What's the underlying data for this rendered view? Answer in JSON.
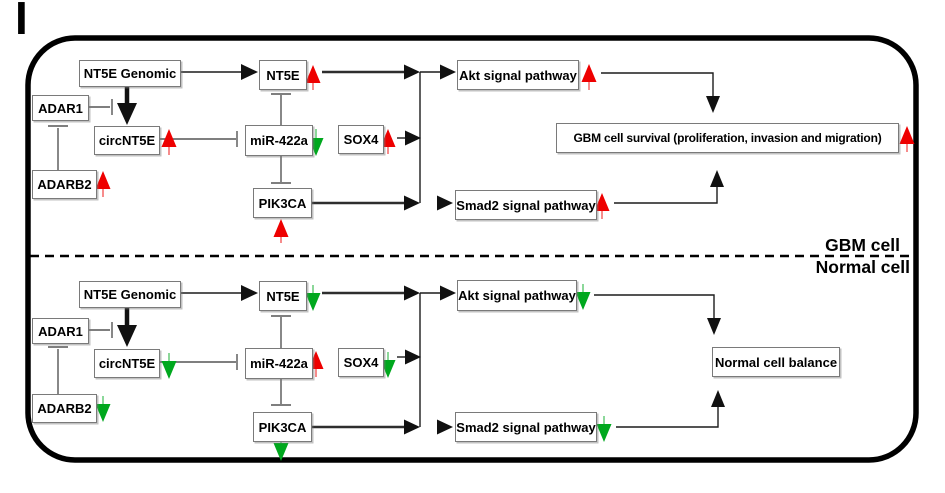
{
  "panel_label": "I",
  "colors": {
    "up": "#ee0000",
    "down": "#00a81e"
  },
  "regions": {
    "gbm_label": "GBM cell",
    "normal_label": "Normal cell"
  },
  "gbm": {
    "nt5e_genomic": "NT5E Genomic",
    "adar1": "ADAR1",
    "circnt5e": "circNT5E",
    "adarb2": "ADARB2",
    "nt5e": "NT5E",
    "mir422a": "miR-422a",
    "sox4": "SOX4",
    "pik3ca": "PIK3CA",
    "akt": "Akt signal pathway",
    "smad2": "Smad2 signal pathway",
    "outcome": "GBM cell survival (proliferation, invasion and migration)",
    "regulation": {
      "nt5e": "up",
      "circnt5e": "up",
      "adarb2": "up",
      "mir422a": "down",
      "sox4": "up",
      "pik3ca": "up",
      "akt": "up",
      "smad2": "up",
      "outcome": "up"
    }
  },
  "normal": {
    "nt5e_genomic": "NT5E Genomic",
    "adar1": "ADAR1",
    "circnt5e": "circNT5E",
    "adarb2": "ADARB2",
    "nt5e": "NT5E",
    "mir422a": "miR-422a",
    "sox4": "SOX4",
    "pik3ca": "PIK3CA",
    "akt": "Akt signal pathway",
    "smad2": "Smad2 signal pathway",
    "outcome": "Normal cell balance",
    "regulation": {
      "nt5e": "down",
      "circnt5e": "down",
      "adarb2": "down",
      "mir422a": "up",
      "sox4": "down",
      "pik3ca": "down",
      "akt": "down",
      "smad2": "down"
    }
  },
  "edges": [
    "NT5E Genomic -> NT5E (activation)",
    "NT5E Genomic -> circNT5E (activation)",
    "ADAR1 -| circNT5E biogenesis (inhibition)",
    "ADARB2 -| ADAR1 (inhibition)",
    "circNT5E -| miR-422a (inhibition)",
    "miR-422a -| NT5E (inhibition)",
    "miR-422a -| PIK3CA (inhibition)",
    "miR-422a -| SOX4 (inhibition)",
    "NT5E -> Akt signal pathway (activation)",
    "SOX4 -> Akt/Smad2 signaling (activation)",
    "PIK3CA -> Smad2 signal pathway (activation)",
    "Akt signal pathway -> outcome (activation)",
    "Smad2 signal pathway -> outcome (activation)"
  ]
}
